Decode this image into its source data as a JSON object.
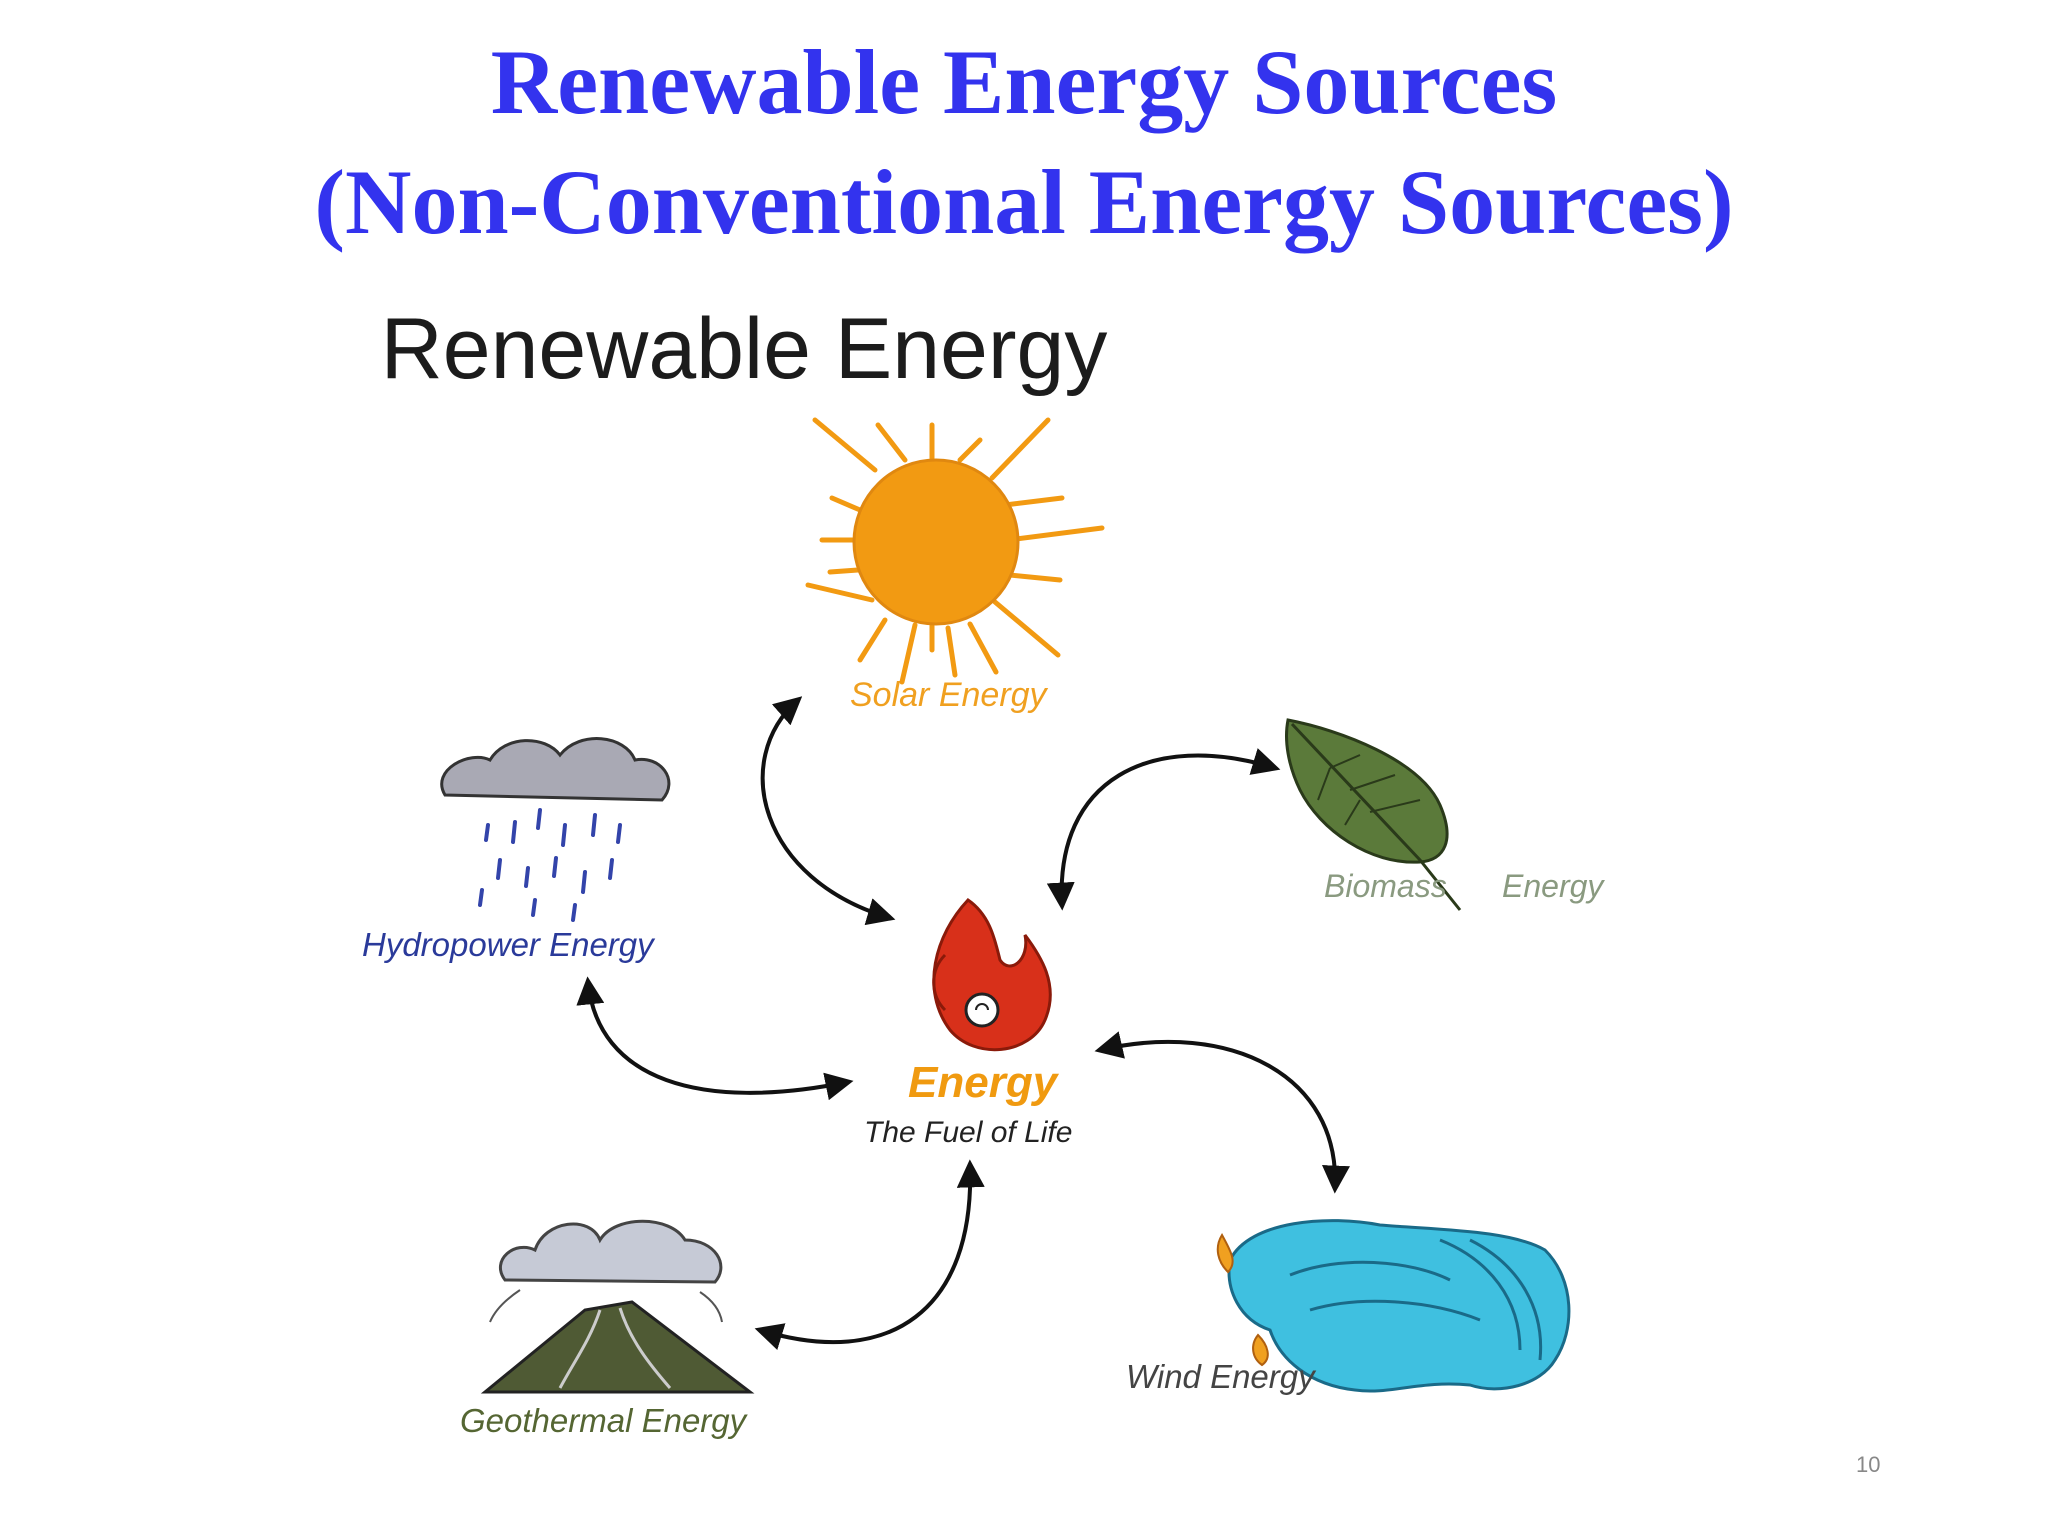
{
  "slide": {
    "title_line1": "Renewable Energy Sources",
    "title_line2": "(Non-Conventional Energy Sources)",
    "page_number": "10"
  },
  "diagram": {
    "title": "Renewable Energy",
    "center": {
      "label": "Energy",
      "sublabel": "The Fuel of Life"
    },
    "nodes": {
      "solar": "Solar Energy",
      "biomass_part1": "Biomass",
      "biomass_part2": "Energy",
      "hydro": "Hydropower Energy",
      "geothermal": "Geothermal Energy",
      "wind": "Wind Energy"
    }
  },
  "colors": {
    "title": "#3333ee",
    "sun": "#f29a12",
    "flame": "#d8301a",
    "leaf": "#5b7a3a",
    "water": "#3fc0e0"
  },
  "icons": [
    "sun-icon",
    "leaf-icon",
    "rain-cloud-icon",
    "flame-icon",
    "volcano-icon",
    "wind-wave-icon"
  ]
}
